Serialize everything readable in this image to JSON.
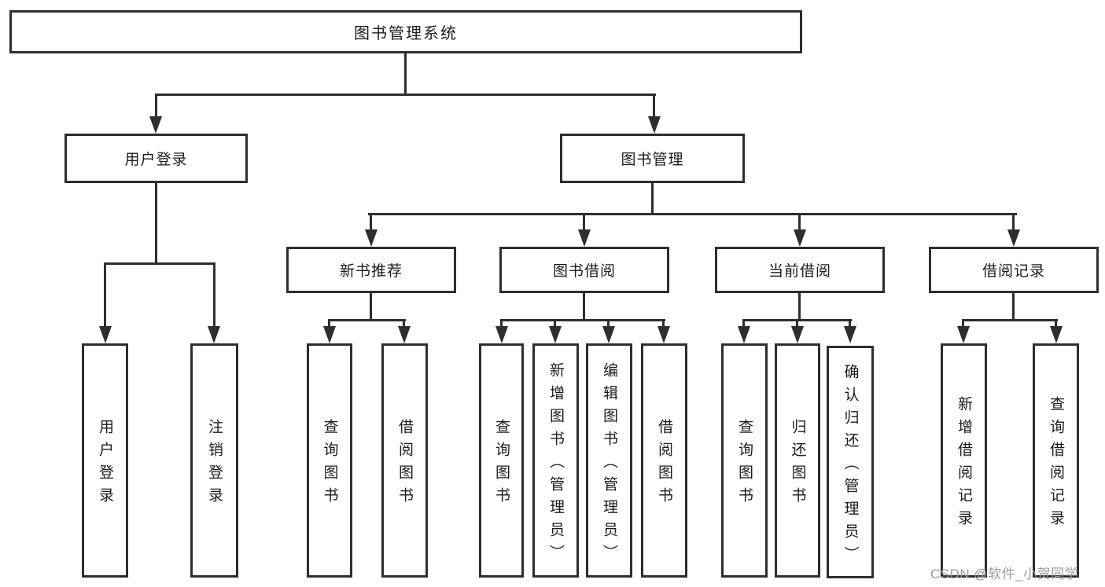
{
  "tree": {
    "root": {
      "label": "图书管理系统",
      "children": [
        {
          "label": "用户登录",
          "children": [
            {
              "label": "用户登录"
            },
            {
              "label": "注销登录"
            }
          ]
        },
        {
          "label": "图书管理",
          "children": [
            {
              "label": "新书推荐",
              "children": [
                {
                  "label": "查询图书"
                },
                {
                  "label": "借阅图书"
                }
              ]
            },
            {
              "label": "图书借阅",
              "children": [
                {
                  "label": "查询图书"
                },
                {
                  "label": "新增图书（管理员）"
                },
                {
                  "label": "编辑图书（管理员）"
                },
                {
                  "label": "借阅图书"
                }
              ]
            },
            {
              "label": "当前借阅",
              "children": [
                {
                  "label": "查询图书"
                },
                {
                  "label": "归还图书"
                },
                {
                  "label": "确认归还（管理员）"
                }
              ]
            },
            {
              "label": "借阅记录",
              "children": [
                {
                  "label": "新增借阅记录"
                },
                {
                  "label": "查询借阅记录"
                }
              ]
            }
          ]
        }
      ]
    }
  },
  "watermark": {
    "text": "CSDN @软件_小贺同学"
  },
  "colors": {
    "line": "#2e2e2e",
    "text": "#1c1c1c",
    "watermark": "#9c9c9c",
    "background": "#ffffff"
  }
}
